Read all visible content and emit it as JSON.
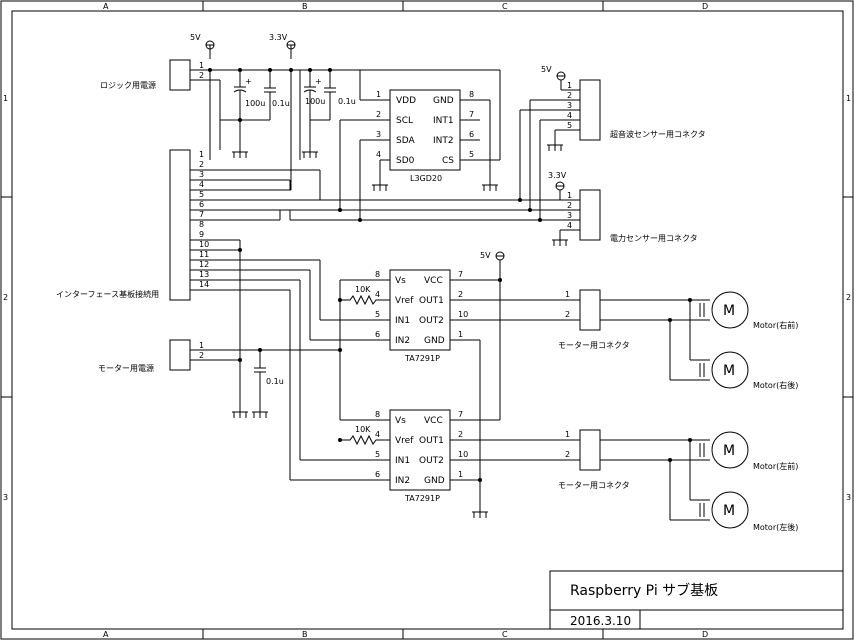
{
  "border": {
    "cols": [
      "A",
      "B",
      "C",
      "D"
    ],
    "rows": [
      "1",
      "2",
      "3"
    ]
  },
  "title_block": {
    "title": "Raspberry Pi サブ基板",
    "date": "2016.3.10"
  },
  "power": {
    "v5": "5V",
    "v33": "3.3V"
  },
  "connectors": {
    "logic_power": {
      "label": "ロジック用電源",
      "pins": [
        "1",
        "2"
      ]
    },
    "interface": {
      "label": "インターフェース基板接続用",
      "pins": [
        "1",
        "2",
        "3",
        "4",
        "5",
        "6",
        "7",
        "8",
        "9",
        "10",
        "11",
        "12",
        "13",
        "14"
      ]
    },
    "motor_power": {
      "label": "モーター用電源",
      "pins": [
        "1",
        "2"
      ]
    },
    "ultrasonic": {
      "label": "超音波センサー用コネクタ",
      "pins": [
        "1",
        "2",
        "3",
        "4",
        "5"
      ]
    },
    "force": {
      "label": "電力センサー用コネクタ",
      "pins": [
        "1",
        "2",
        "3",
        "4"
      ]
    },
    "motor_conn_1": {
      "label": "モーター用コネクタ",
      "pins": [
        "1",
        "2"
      ]
    },
    "motor_conn_2": {
      "label": "モーター用コネクタ",
      "pins": [
        "1",
        "2"
      ]
    }
  },
  "caps": {
    "c1": "100u",
    "c2": "0.1u",
    "c3": "100u",
    "c4": "0.1u",
    "c5": "0.1u"
  },
  "resistors": {
    "r1": "10K",
    "r2": "10K"
  },
  "l3gd20": {
    "name": "L3GD20",
    "left_pins": [
      {
        "num": "1",
        "name": "VDD"
      },
      {
        "num": "2",
        "name": "SCL"
      },
      {
        "num": "3",
        "name": "SDA"
      },
      {
        "num": "4",
        "name": "SD0"
      }
    ],
    "right_pins": [
      {
        "num": "8",
        "name": "GND"
      },
      {
        "num": "7",
        "name": "INT1"
      },
      {
        "num": "6",
        "name": "INT2"
      },
      {
        "num": "5",
        "name": "CS"
      }
    ]
  },
  "drivers": [
    {
      "name": "TA7291P",
      "left_pins": [
        {
          "num": "8",
          "name": "Vs"
        },
        {
          "num": "4",
          "name": "Vref"
        },
        {
          "num": "5",
          "name": "IN1"
        },
        {
          "num": "6",
          "name": "IN2"
        }
      ],
      "right_pins": [
        {
          "num": "7",
          "name": "VCC"
        },
        {
          "num": "2",
          "name": "OUT1"
        },
        {
          "num": "10",
          "name": "OUT2"
        },
        {
          "num": "1",
          "name": "GND"
        }
      ]
    },
    {
      "name": "TA7291P",
      "left_pins": [
        {
          "num": "8",
          "name": "Vs"
        },
        {
          "num": "4",
          "name": "Vref"
        },
        {
          "num": "5",
          "name": "IN1"
        },
        {
          "num": "6",
          "name": "IN2"
        }
      ],
      "right_pins": [
        {
          "num": "7",
          "name": "VCC"
        },
        {
          "num": "2",
          "name": "OUT1"
        },
        {
          "num": "10",
          "name": "OUT2"
        },
        {
          "num": "1",
          "name": "GND"
        }
      ]
    }
  ],
  "motors": [
    {
      "symbol": "M",
      "label": "Motor(右前)"
    },
    {
      "symbol": "M",
      "label": "Motor(右後)"
    },
    {
      "symbol": "M",
      "label": "Motor(左前)"
    },
    {
      "symbol": "M",
      "label": "Motor(左後)"
    }
  ]
}
